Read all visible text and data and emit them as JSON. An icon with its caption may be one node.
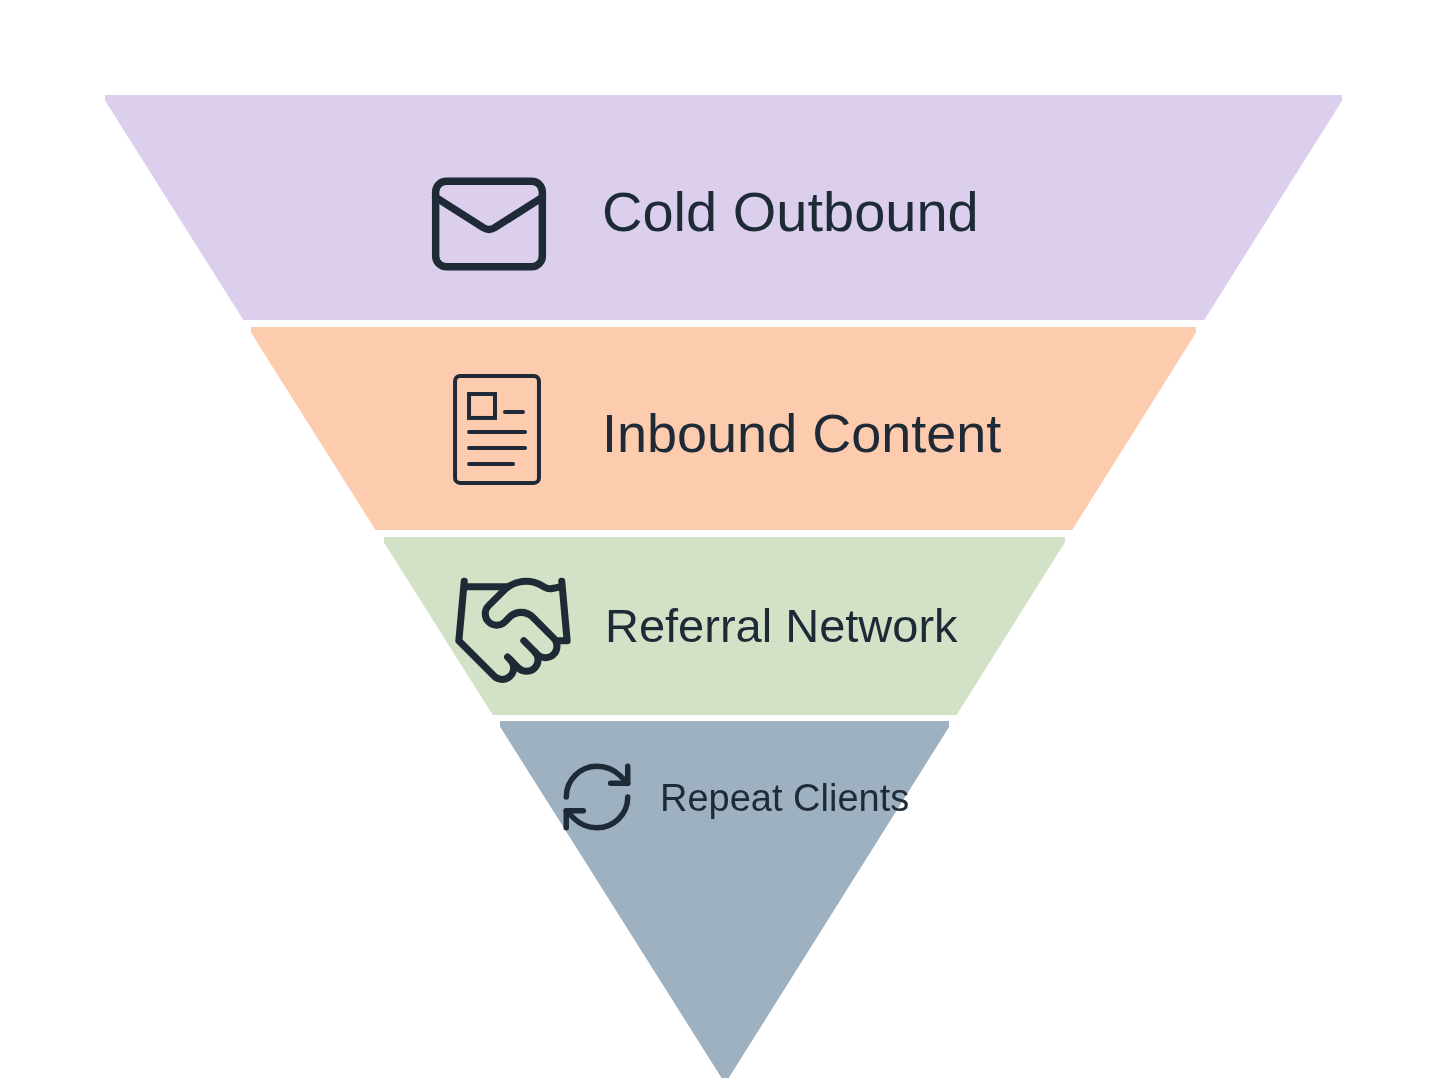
{
  "diagram": {
    "nodes": [
      {
        "text": [
          "Cold Outbound"
        ]
      },
      {
        "text": [
          "Inbound Content"
        ]
      },
      {
        "text": [
          "Referral Network"
        ]
      },
      {
        "text": [
          "Repeat Clients"
        ]
      }
    ]
  }
}
